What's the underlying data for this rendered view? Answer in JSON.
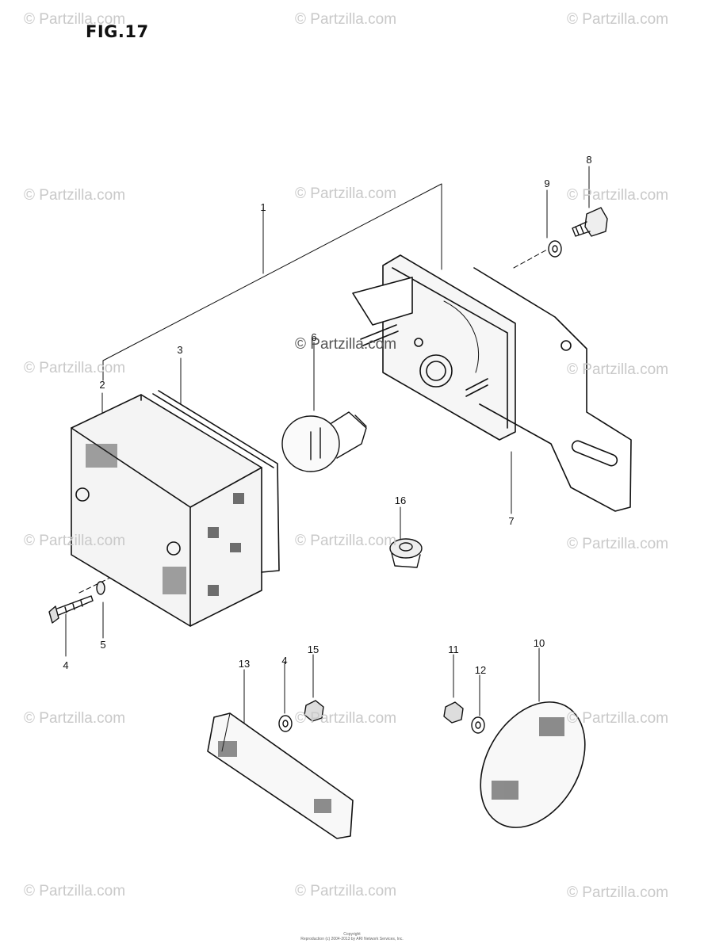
{
  "figure": {
    "title": "FIG.17"
  },
  "watermark": {
    "text": "© Partzilla.com"
  },
  "callouts": [
    "1",
    "2",
    "3",
    "4",
    "5",
    "6",
    "7",
    "8",
    "9",
    "16",
    "13",
    "4",
    "15",
    "11",
    "12",
    "10"
  ],
  "footer": {
    "line1": "Copyright",
    "line2": "Reproduction (c) 2004-2013 by ARI Network Services, Inc."
  }
}
